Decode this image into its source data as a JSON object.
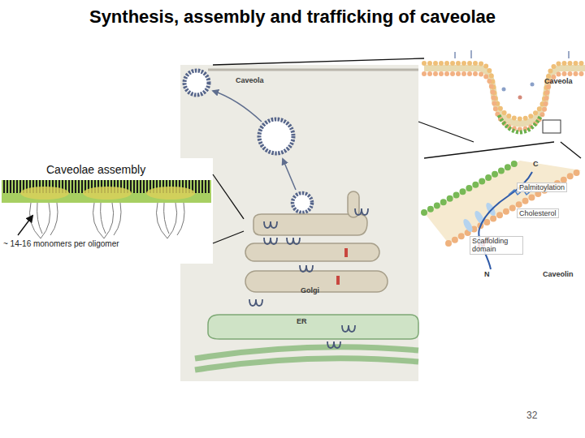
{
  "diagram": {
    "title": "Synthesis, assembly and trafficking of caveolae",
    "nodes": [
      {
        "text": [
          "Caveola"
        ]
      },
      {
        "text": [
          "Golgi"
        ],
        "in": 0
      },
      {
        "text": [
          "ER"
        ],
        "in": 0
      },
      {
        "text": [
          "Caveolae assembly",
          "~ 14-16 monomers per oligomer"
        ]
      },
      {
        "text": [
          "Caveola"
        ]
      },
      {
        "text": [
          "C",
          "Palmitoylation",
          "Cholesterol",
          "Scaffolding domain",
          "N",
          "Caveolin"
        ]
      }
    ],
    "edges": [
      {
        "from": 0,
        "to": 4,
        "arrow": "none"
      },
      {
        "from": 0,
        "to": 4,
        "arrow": "none"
      },
      {
        "from": 4,
        "to": 5,
        "arrow": "none"
      },
      {
        "from": 4,
        "to": 5,
        "arrow": "none"
      },
      {
        "from": 3,
        "to": 1,
        "arrow": "none"
      },
      {
        "from": 3,
        "to": 1,
        "arrow": "none"
      }
    ],
    "labels": [
      "32"
    ]
  }
}
